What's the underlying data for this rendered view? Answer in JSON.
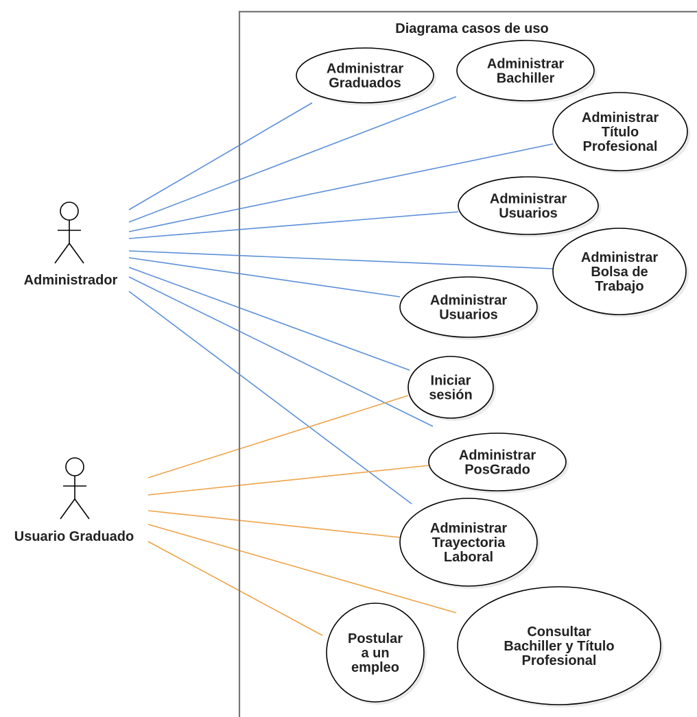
{
  "system": {
    "title": "Diagrama casos de uso"
  },
  "actors": [
    {
      "id": "admin",
      "label": "Administrador"
    },
    {
      "id": "graduado",
      "label": "Usuario Graduado"
    }
  ],
  "use_cases": [
    {
      "id": "uc1",
      "lines": [
        "Administrar",
        "Graduados"
      ]
    },
    {
      "id": "uc2",
      "lines": [
        "Administrar",
        "Bachiller"
      ]
    },
    {
      "id": "uc3",
      "lines": [
        "Administrar",
        "Título",
        "Profesional"
      ]
    },
    {
      "id": "uc4",
      "lines": [
        "Administrar",
        "Usuarios"
      ]
    },
    {
      "id": "uc5",
      "lines": [
        "Administrar",
        "Bolsa de",
        "Trabajo"
      ]
    },
    {
      "id": "uc6",
      "lines": [
        "Administrar",
        "Usuarios"
      ]
    },
    {
      "id": "uc7",
      "lines": [
        "Iniciar",
        "sesión"
      ]
    },
    {
      "id": "uc8",
      "lines": [
        "Administrar",
        "PosGrado"
      ]
    },
    {
      "id": "uc9",
      "lines": [
        "Administrar",
        "Trayectoria",
        "Laboral"
      ]
    },
    {
      "id": "uc10",
      "lines": [
        "Consultar",
        "Bachiller y Título",
        "Profesional"
      ]
    },
    {
      "id": "uc11",
      "lines": [
        "Postular",
        "a un",
        "empleo"
      ]
    }
  ],
  "associations": [
    {
      "actor": "admin",
      "use_case": "uc1"
    },
    {
      "actor": "admin",
      "use_case": "uc2"
    },
    {
      "actor": "admin",
      "use_case": "uc3"
    },
    {
      "actor": "admin",
      "use_case": "uc4"
    },
    {
      "actor": "admin",
      "use_case": "uc5"
    },
    {
      "actor": "admin",
      "use_case": "uc6"
    },
    {
      "actor": "admin",
      "use_case": "uc7"
    },
    {
      "actor": "admin",
      "use_case": "uc8"
    },
    {
      "actor": "admin",
      "use_case": "uc9"
    },
    {
      "actor": "graduado",
      "use_case": "uc7"
    },
    {
      "actor": "graduado",
      "use_case": "uc8"
    },
    {
      "actor": "graduado",
      "use_case": "uc9"
    },
    {
      "actor": "graduado",
      "use_case": "uc10"
    },
    {
      "actor": "graduado",
      "use_case": "uc11"
    }
  ],
  "colors": {
    "admin_lines": "#5b8fd9",
    "graduado_lines": "#eea247",
    "boundary": "#777777"
  },
  "icons": {
    "actor": "stick-figure-icon"
  }
}
